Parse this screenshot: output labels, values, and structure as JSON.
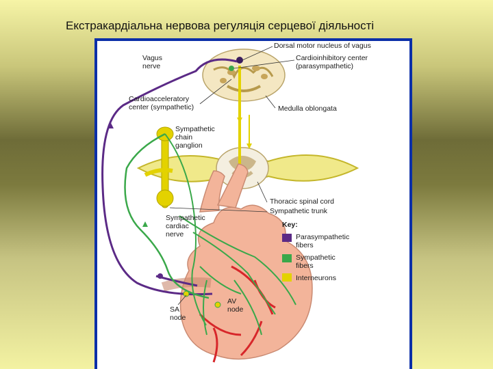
{
  "slide_title": "Екстракардіальна нервова регуляція серцевої діяльності",
  "diagram": {
    "labels": {
      "vagus_nerve": [
        "Vagus",
        "nerve"
      ],
      "dorsal_motor_nucleus": "Dorsal motor nucleus of vagus",
      "cardioinhibitory_center": [
        "Cardioinhibitory center",
        "(parasympathetic)"
      ],
      "cardioacceleratory_center": [
        "Cardioacceleratory",
        "center (sympathetic)"
      ],
      "medulla_oblongata": "Medulla oblongata",
      "sympathetic_chain_ganglion": [
        "Sympathetic",
        "chain",
        "ganglion"
      ],
      "thoracic_spinal_cord": "Thoracic spinal cord",
      "sympathetic_trunk": "Sympathetic trunk",
      "sympathetic_cardiac_nerve": [
        "Sympathetic",
        "cardiac",
        "nerve"
      ],
      "sa_node": [
        "SA",
        "node"
      ],
      "av_node": [
        "AV",
        "node"
      ]
    },
    "key": {
      "title": "Key:",
      "items": [
        {
          "label": [
            "Parasympathetic",
            "fibers"
          ],
          "color": "#5b2a86"
        },
        {
          "label": [
            "Sympathetic",
            "fibers"
          ],
          "color": "#3aa84a"
        },
        {
          "label": [
            "Interneurons"
          ],
          "color": "#e3d200"
        }
      ]
    },
    "colors": {
      "parasympathetic": "#5b2a86",
      "sympathetic": "#3aa84a",
      "interneuron": "#e3d200",
      "heart": "#f3b49a",
      "vessels": "#d7262a",
      "brain_tissue": "#f4e7c2"
    }
  }
}
